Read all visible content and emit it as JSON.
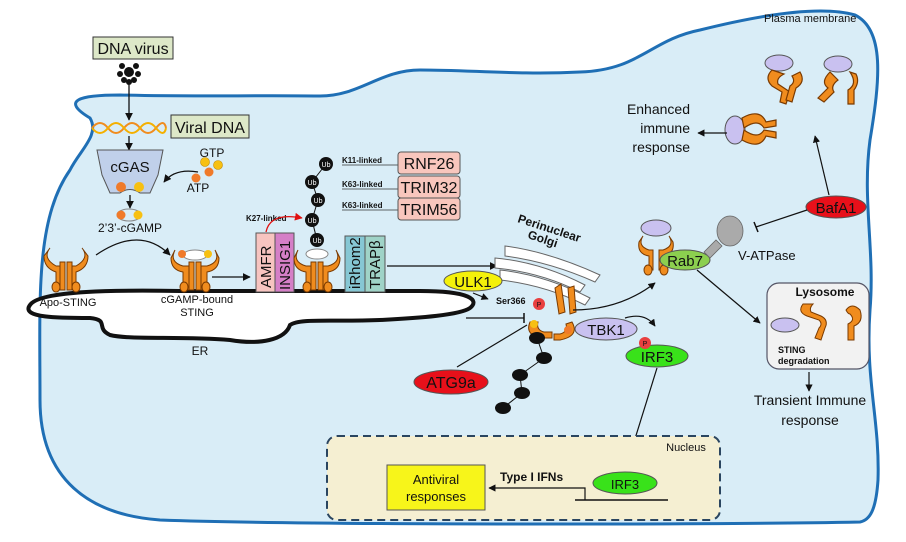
{
  "labels": {
    "dna_virus": "DNA virus",
    "viral_dna": "Viral DNA",
    "cgas": "cGAS",
    "gtp": "GTP",
    "atp": "ATP",
    "cgamp": "2’3’-cGAMP",
    "apo_sting": "Apo-STING",
    "cgamp_bound_sting_1": "cGAMP-bound",
    "cgamp_bound_sting_2": "STING",
    "er": "ER",
    "plasma_membrane": "Plasma membrane",
    "enhanced_1": "Enhanced",
    "enhanced_2": "immune",
    "enhanced_3": "response",
    "perinuclear_1": "Perinuclear",
    "perinuclear_2": "Golgi",
    "ser366": "Ser366",
    "p": "P",
    "v_atpase": "V-ATPase",
    "lysosome": "Lysosome",
    "sting_deg_1": "STING",
    "sting_deg_2": "degradation",
    "transient_1": "Transient Immune",
    "transient_2": "response",
    "nucleus": "Nucleus",
    "type_i_ifns": "Type I IFNs",
    "antiviral_1": "Antiviral",
    "antiviral_2": "responses",
    "ub": "Ub"
  },
  "linkages": {
    "k27": "K27-linked",
    "k11": "K11-linked",
    "k63a": "K63-linked",
    "k63b": "K63-linked"
  },
  "proteins": {
    "amfr": "AMFR",
    "insig1": "INSIG1",
    "rnf26": "RNF26",
    "trim32": "TRIM32",
    "trim56": "TRIM56",
    "irhom2": "iRhom2",
    "trapb": "TRAPβ",
    "ulk1": "ULK1",
    "tbk1": "TBK1",
    "irf3": "IRF3",
    "irf3_nuc": "IRF3",
    "atg9a": "ATG9a",
    "rab7": "Rab7",
    "bafa1": "BafA1"
  },
  "colors": {
    "cell_fill": "#d9edf7",
    "cell_stroke": "#1f6fb5",
    "sting_orange": "#f08c1e",
    "box_green": "#dde8c8",
    "e3_pink": "#f8c6bd",
    "amfr_pink": "#f7c4c0",
    "insig_magenta": "#d57fc7",
    "irhom_teal": "#86c7d4",
    "trap_teal": "#9fd3c7",
    "ulk_yellow": "#f4f10a",
    "tbk_lilac": "#c9c1f0",
    "irf_green": "#39e21a",
    "atg_red": "#e8101a",
    "rab7_green": "#8ccf4f",
    "nucleus_fill": "#f5efd2",
    "antiviral_yellow": "#f7f51a"
  }
}
